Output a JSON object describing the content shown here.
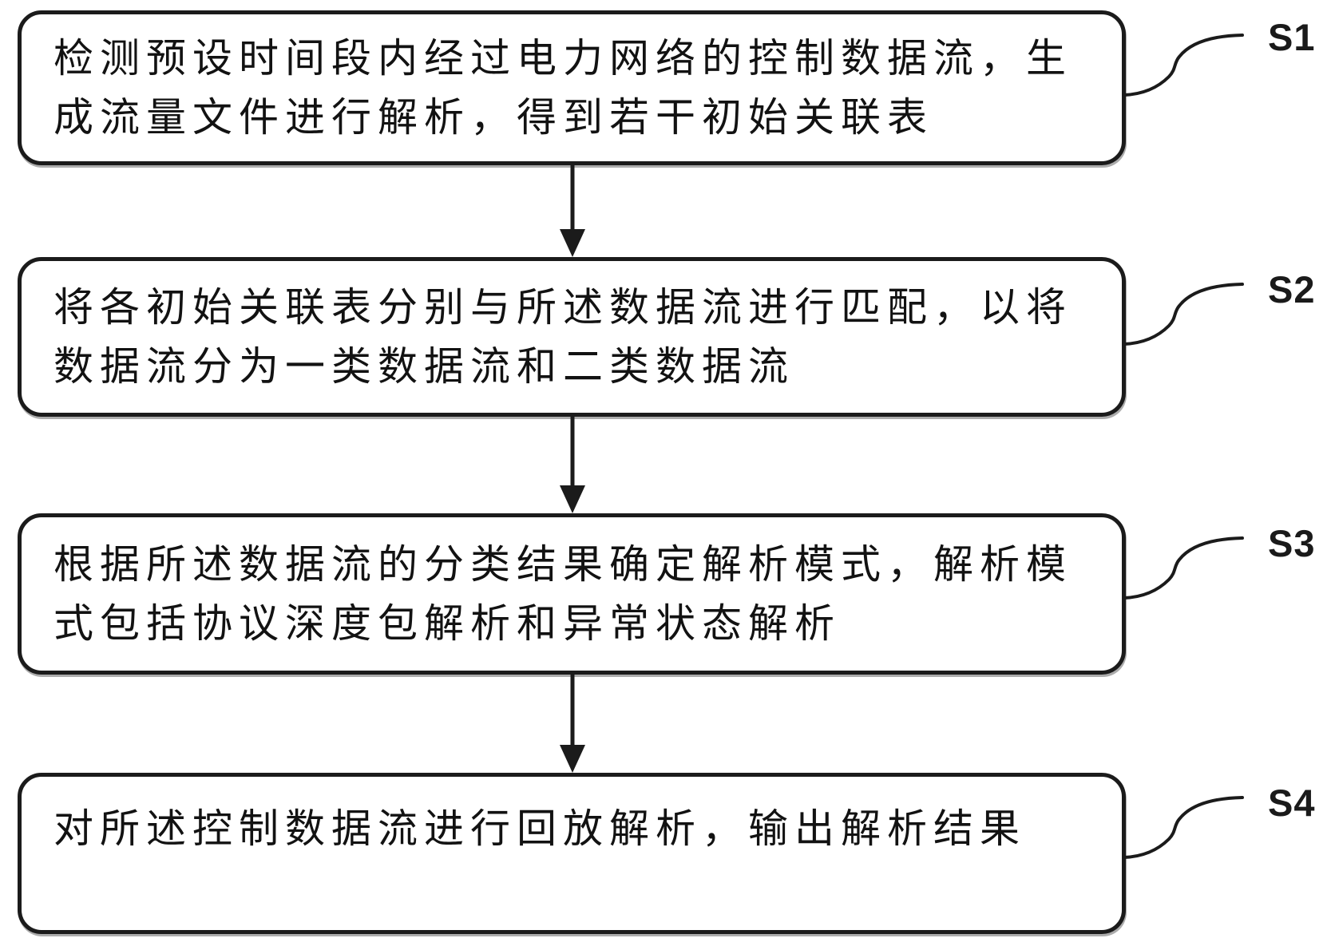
{
  "figure": {
    "type": "flowchart",
    "colors": {
      "background": "#ffffff",
      "line": "#1b1b1b",
      "text": "#121212"
    },
    "steps": [
      {
        "label": "S1",
        "text": "检测预设时间段内经过电力网络的控制数据流，生成流量文件进行解析，得到若干初始关联表",
        "lines": [
          "检测预设时间段内经过电力网络的控制数据流，生",
          "成流量文件进行解析，得到若干初始关联表"
        ]
      },
      {
        "label": "S2",
        "text": "将各初始关联表分别与所述数据流进行匹配，以将数据流分为一类数据流和二类数据流",
        "lines": [
          "将各初始关联表分别与所述数据流进行匹配，以将",
          "数据流分为一类数据流和二类数据流"
        ]
      },
      {
        "label": "S3",
        "text": "根据所述数据流的分类结果确定解析模式，解析模式包括协议深度包解析和异常状态解析",
        "lines": [
          "根据所述数据流的分类结果确定解析模式，解析模",
          "式包括协议深度包解析和异常状态解析"
        ]
      },
      {
        "label": "S4",
        "text": "对所述控制数据流进行回放解析，输出解析结果",
        "lines": [
          "对所述控制数据流进行回放解析，输出解析结果"
        ]
      }
    ]
  }
}
